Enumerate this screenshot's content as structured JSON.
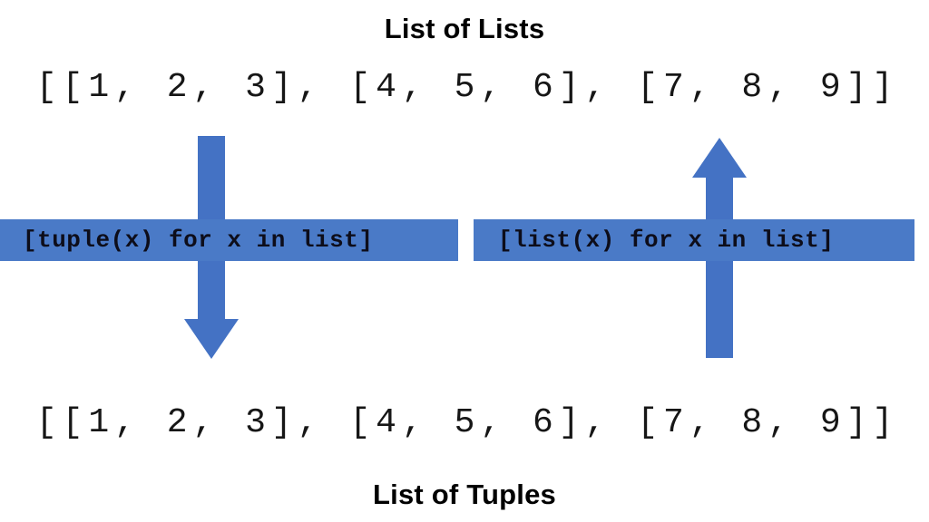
{
  "diagram": {
    "background_color": "#ffffff",
    "accent_color": "#4472C4",
    "banner_color": "#4A7AC7",
    "text_color": "#161616"
  },
  "top": {
    "title": "List of Lists",
    "code": "[[1, 2, 3], [4, 5, 6], [7, 8, 9]]"
  },
  "bottom": {
    "title": "List of Tuples",
    "code": "[[1, 2, 3], [4, 5, 6], [7, 8, 9]]"
  },
  "transforms": {
    "to_tuples": {
      "label": "[tuple(x) for x in list]",
      "direction": "down",
      "arrow_icon": "arrow-down-icon"
    },
    "to_lists": {
      "label": "[list(x) for x in list]",
      "direction": "up",
      "arrow_icon": "arrow-up-icon"
    }
  }
}
